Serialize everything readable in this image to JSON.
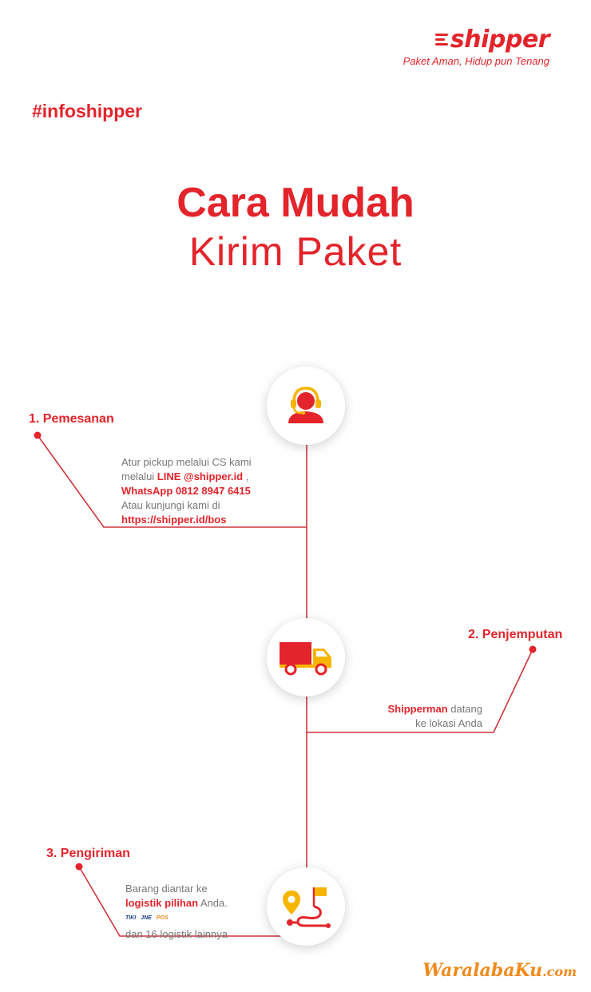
{
  "brand": {
    "name": "shipper",
    "tagline": "Paket Aman, Hidup pun Tenang",
    "color": "#e3242b"
  },
  "hashtag": "#infoshipper",
  "title": {
    "line1": "Cara Mudah",
    "line2": "Kirim Paket"
  },
  "steps": [
    {
      "label": "1. Pemesanan",
      "icon": "customer-service-headset-icon",
      "text": {
        "line1": "Atur pickup melalui CS kami",
        "line2_prefix": "melalui ",
        "line2_bold": "LINE @shipper.id",
        "line2_suffix": " ,",
        "line3_bold": "WhatsApp 0812 8947 6415",
        "line4": "Atau kunjungi kami di",
        "line5_bold": "https://shipper.id/bos"
      }
    },
    {
      "label": "2. Penjemputan",
      "icon": "delivery-truck-icon",
      "text": {
        "line1_bold": "Shipperman",
        "line1_suffix": " datang",
        "line2": "ke lokasi Anda"
      }
    },
    {
      "label": "3. Pengiriman",
      "icon": "route-location-flag-icon",
      "text": {
        "line1": "Barang diantar ke",
        "line2_bold": "logistik pilihan",
        "line2_suffix": " Anda.",
        "partner_logos": [
          "TIKI",
          "JNE",
          "POS"
        ],
        "line4": "dan 16 logistik lainnya"
      }
    }
  ],
  "watermark": {
    "main": "WaralabaKu",
    "domain": ".com"
  },
  "colors": {
    "accent_red": "#e3242b",
    "accent_yellow": "#f7b500",
    "text_gray": "#777777"
  }
}
